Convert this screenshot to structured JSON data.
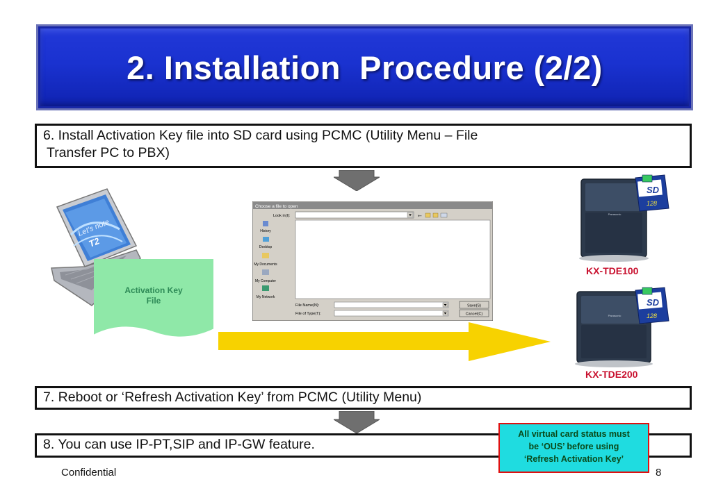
{
  "slide": {
    "title": "2. Installation  Procedure (2/2)",
    "step6_line1": "6. Install Activation Key file into SD card using PCMC (Utility Menu – File",
    "step6_line2": "Transfer PC to PBX)",
    "step7": "7. Reboot or  ‘Refresh Activation Key’ from PCMC (Utility Menu)",
    "step8": "8. You can use IP-PT,SIP and IP-GW feature.",
    "doc_label_line1": "Activation  Key",
    "doc_label_line2": "File",
    "pbx_top_label": "KX-TDE100",
    "pbx_bottom_label": "KX-TDE200",
    "note_line1": "All virtual card status must",
    "note_line2": "be ‘OUS’ before using",
    "note_line3": "‘Refresh Activation Key’",
    "footer_left": "Confidential",
    "page_number": "8"
  },
  "laptop": {
    "brand": "Let's note",
    "model": "T2"
  },
  "sd_card": {
    "logo": "SD",
    "capacity": "128"
  },
  "file_dialog": {
    "title": "Choose a file to open",
    "look_in_label": "Look in(I):",
    "places": [
      "History",
      "Desktop",
      "My Documents",
      "My Computer",
      "My Network"
    ],
    "file_name_label": "File Name(N):",
    "file_type_label": "File of Type(T):",
    "save_button": "Save(S)",
    "cancel_button": "Cancel(C)"
  },
  "colors": {
    "title_bg": "#1a32d0",
    "pbx_label": "#c8102e",
    "doc_fill": "#8fe8a8",
    "arrow_yellow": "#f7d200",
    "note_bg": "#1fdce0",
    "note_border": "#e01010"
  }
}
